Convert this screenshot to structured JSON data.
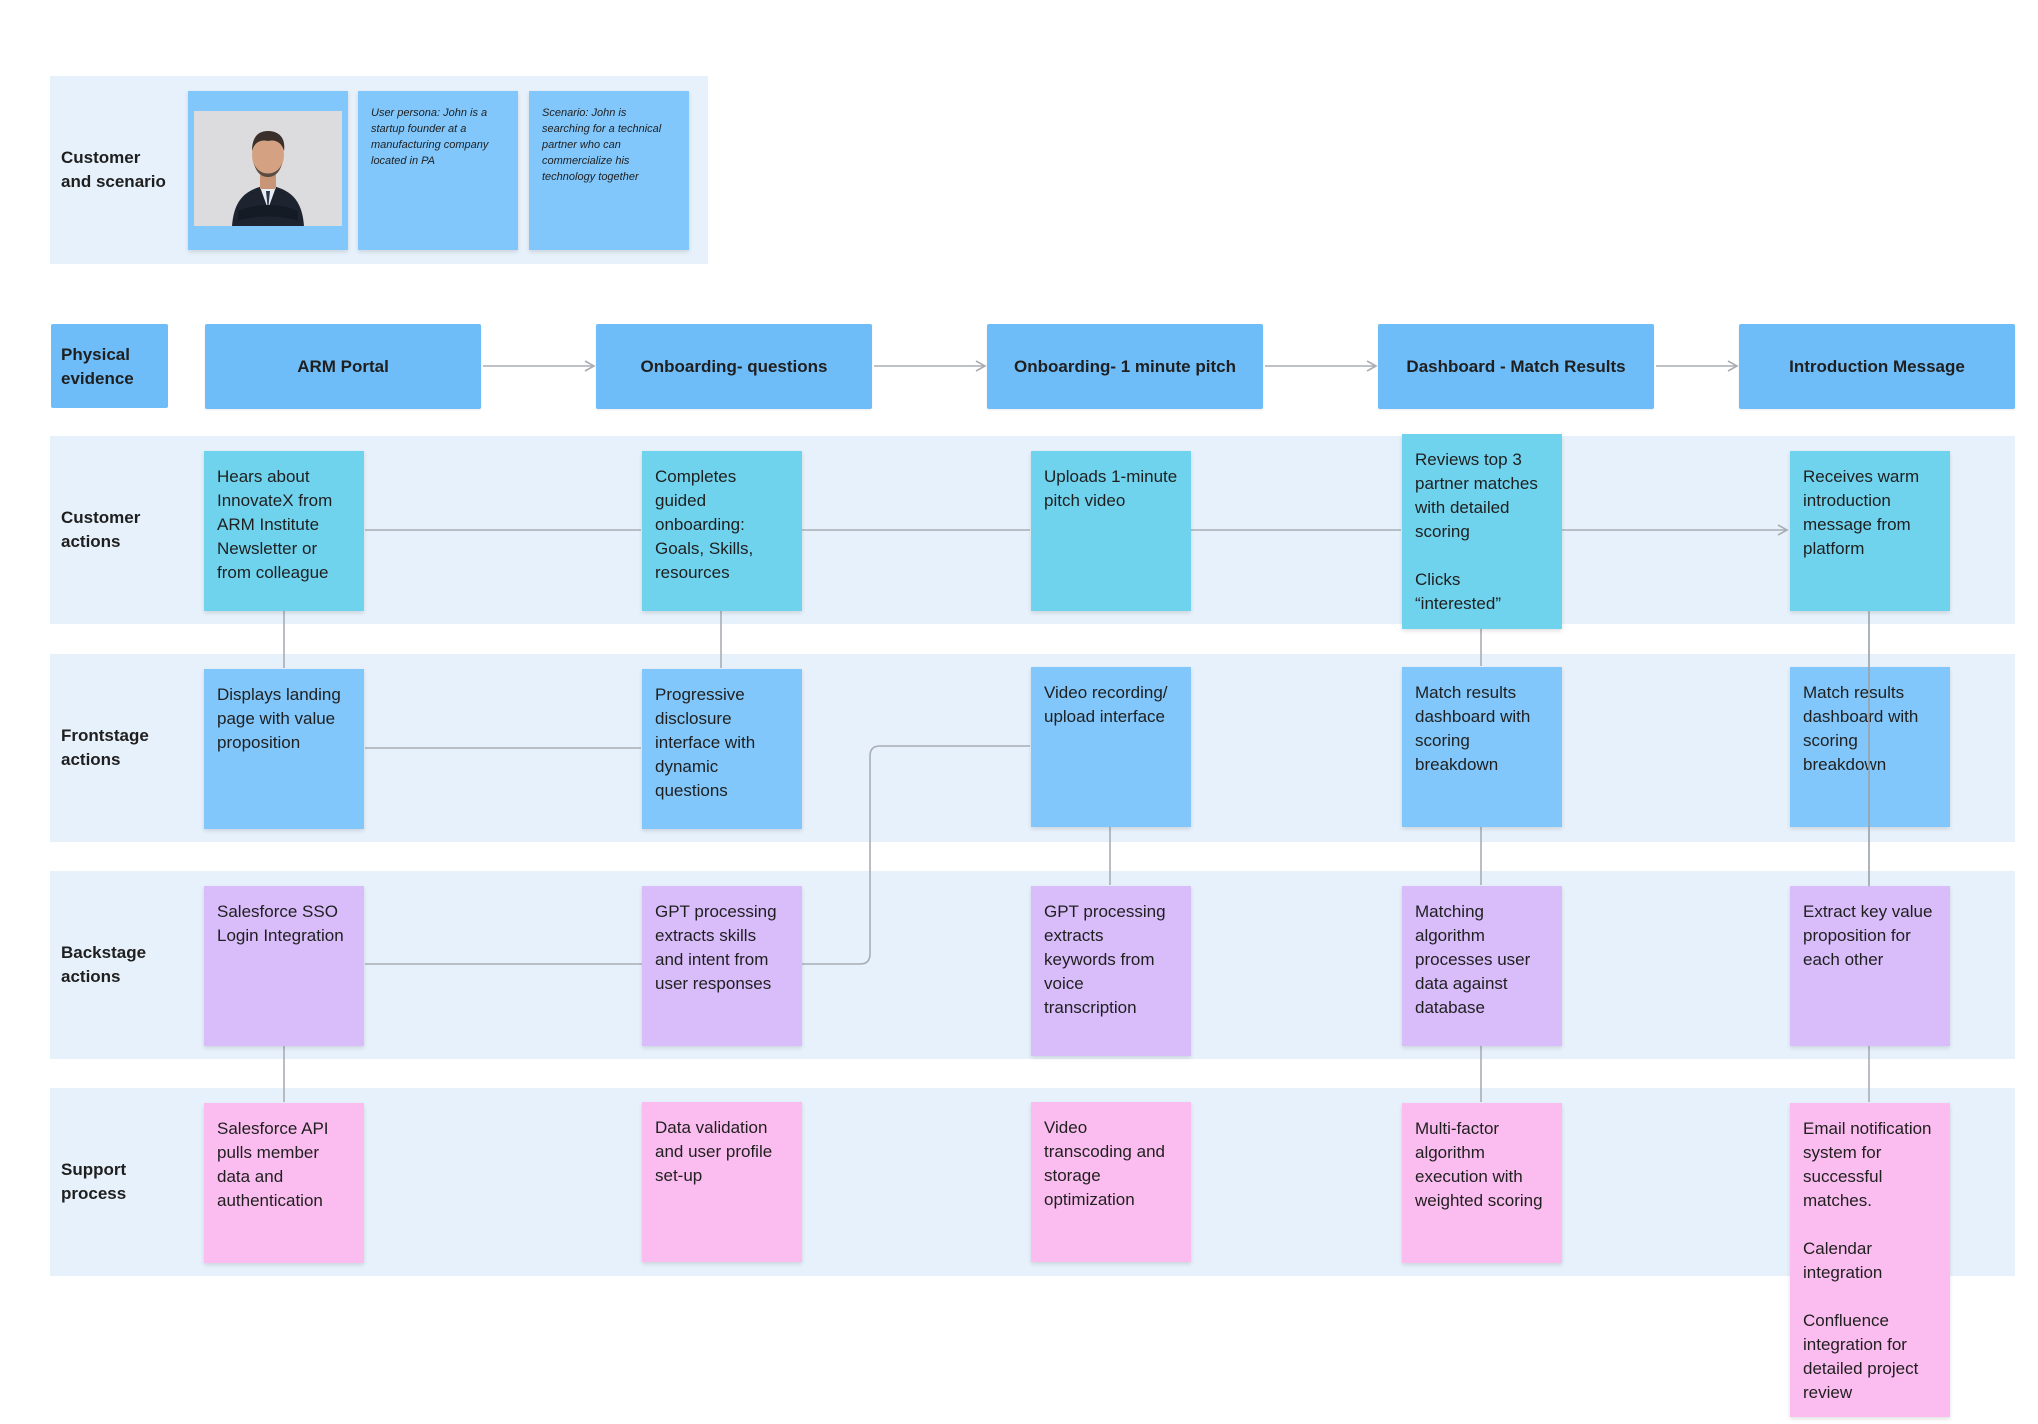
{
  "scenario": {
    "label": "Customer\nand scenario",
    "photo_icon": "person-portrait-icon",
    "persona": "User persona: John is a startup founder at a manufacturing company located in PA",
    "scenario_text": "Scenario: John is searching for a technical partner who can commercialize his technology together"
  },
  "lanes": {
    "physical": "Physical\nevidence",
    "customer": "Customer\nactions",
    "frontstage": "Frontstage\nactions",
    "backstage": "Backstage\nactions",
    "support": "Support\nprocess"
  },
  "physical_evidence": [
    "ARM Portal",
    "Onboarding- questions",
    "Onboarding- 1 minute pitch",
    "Dashboard - Match Results",
    "Introduction Message"
  ],
  "customer_actions": [
    "Hears about InnovateX from ARM Institute Newsletter or from colleague",
    "Completes guided onboarding: Goals, Skills, resources",
    "Uploads 1-minute pitch video",
    "Reviews top 3 partner matches with detailed scoring\n\nClicks “interested”",
    "Receives warm introduction message from platform"
  ],
  "frontstage_actions": [
    "Displays landing page with value proposition",
    "Progressive disclosure interface with dynamic questions",
    "Video recording/ upload interface",
    "Match results dashboard with scoring breakdown",
    "Match results dashboard with scoring breakdown"
  ],
  "backstage_actions": [
    "Salesforce SSO Login Integration",
    "GPT processing extracts skills and intent from user responses",
    "GPT processing extracts keywords from voice transcription",
    "Matching algorithm processes user data against database",
    "Extract key value proposition for each other"
  ],
  "support_process": [
    "Salesforce API pulls member data and authentication",
    "Data validation and user profile set-up",
    "Video transcoding and storage optimization",
    "Multi-factor algorithm execution with weighted scoring",
    "Email notification system for successful matches.\n\nCalendar integration\n\nConfluence integration for detailed project review"
  ],
  "colors": {
    "band": "#e7f1fb",
    "physical": "#6fbdf8",
    "customer": "#6fd3ee",
    "frontstage": "#81c7fb",
    "backstage": "#d9bcfa",
    "support": "#fbbdef",
    "connector": "#a9aeb4"
  }
}
